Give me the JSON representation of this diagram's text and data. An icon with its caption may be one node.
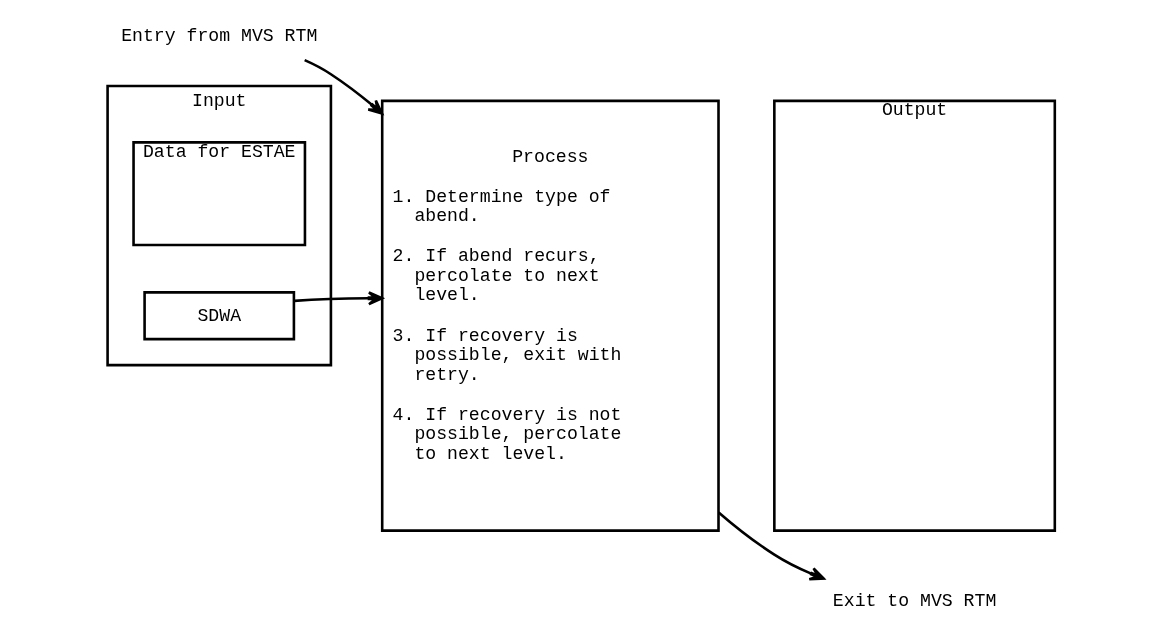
{
  "diagram": {
    "nodes": [
      {
        "text": [
          "Entry from MVS RTM"
        ]
      },
      {
        "text": [
          "Input"
        ]
      },
      {
        "text": [
          "SDWA"
        ],
        "in": 1
      },
      {
        "text": [
          "Data for ESTAE"
        ],
        "in": 1
      },
      {
        "text": [
          "Process",
          "1. Determine type of abend.",
          "2. If abend recurs, percolate to next level.",
          "3. If recovery is possible, exit with retry.",
          "4. If recovery is not possible, percolate to next level."
        ]
      },
      {
        "text": [
          "Output"
        ]
      },
      {
        "text": [
          "Exit to MVS RTM"
        ]
      }
    ],
    "edges": [
      {
        "from": 0,
        "to": 4,
        "arrow": "to"
      },
      {
        "from": 2,
        "to": 4,
        "arrow": "to"
      },
      {
        "from": 4,
        "to": 6,
        "arrow": "to"
      }
    ]
  }
}
